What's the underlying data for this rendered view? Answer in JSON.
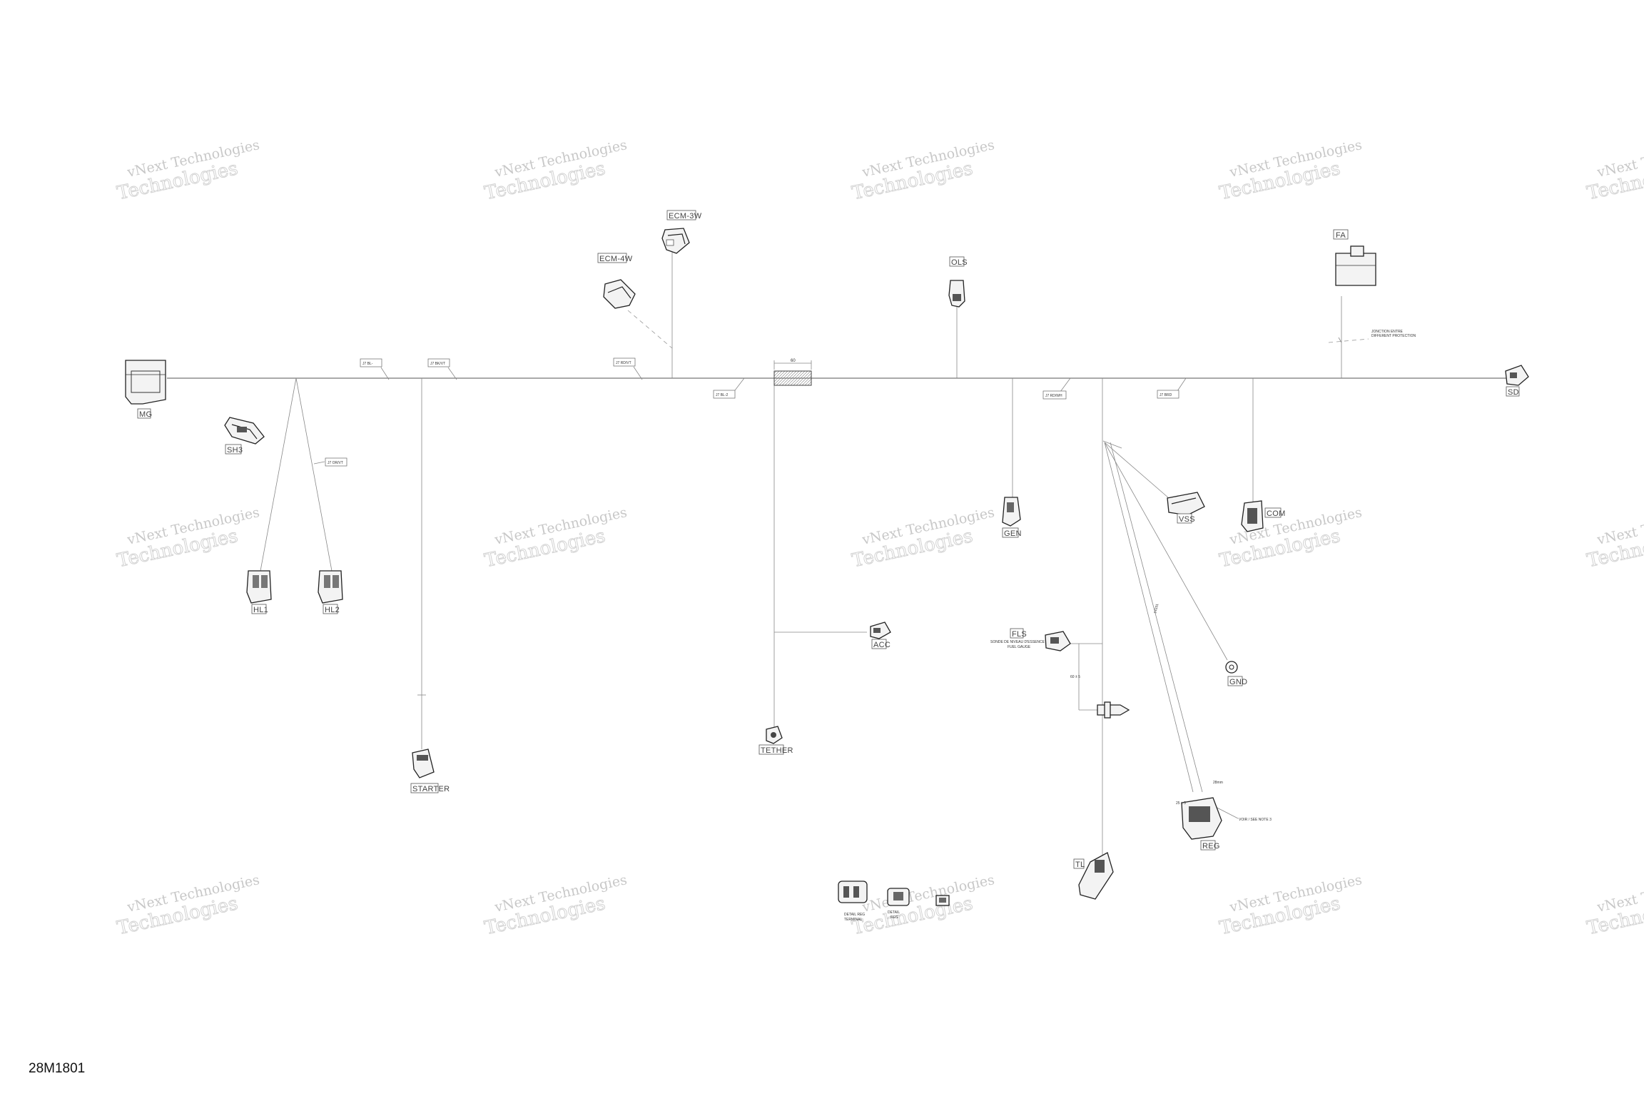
{
  "watermark": {
    "line1": "vNext Technologies",
    "line2": "Technologies"
  },
  "drawing_code": "28M1801",
  "connectors": {
    "mg": "MG",
    "sh3": "SH3",
    "hl1": "HL1",
    "hl2": "HL2",
    "starter": "STARTER",
    "ecm4w": "ECM-4W",
    "ecm3w": "ECM-3W",
    "ols": "OLS",
    "fa": "FA",
    "sd": "SD",
    "gen": "GEN",
    "vss": "VSS",
    "com": "COM",
    "acc": "ACC",
    "tether": "TETHER",
    "fls": "FLS",
    "gnd": "GND",
    "reg": "REG",
    "tl": "TL"
  },
  "notes": {
    "fls_fr": "SONDE DE NIVEAU D'ESSENCE",
    "fls_en": "FUEL GAUGE",
    "fa_note1": "JONCTION ENTRE",
    "fa_note2": "DIFFERENT PROTECTION",
    "reg_note": "VOIR / SEE NOTE 3",
    "detail_a": "DETAIL REG",
    "detail_a2": "TERMINAL",
    "detail_b": "DETAIL",
    "detail_b2": "REG",
    "tube": "60",
    "dim_28": "28mm",
    "dim_25": "25 ± 5",
    "dim_60": "60 ± 5",
    "dim_14331": "14331"
  },
  "wire_tags": {
    "t1": "J7 BL-",
    "t2": "J7 BK/VT",
    "t3": "J7 RD/VT",
    "t4": "J7 BL-2",
    "t5": "J7 RD/WH",
    "t6": "J7 BRD",
    "t7": "J7 OR/VT"
  }
}
